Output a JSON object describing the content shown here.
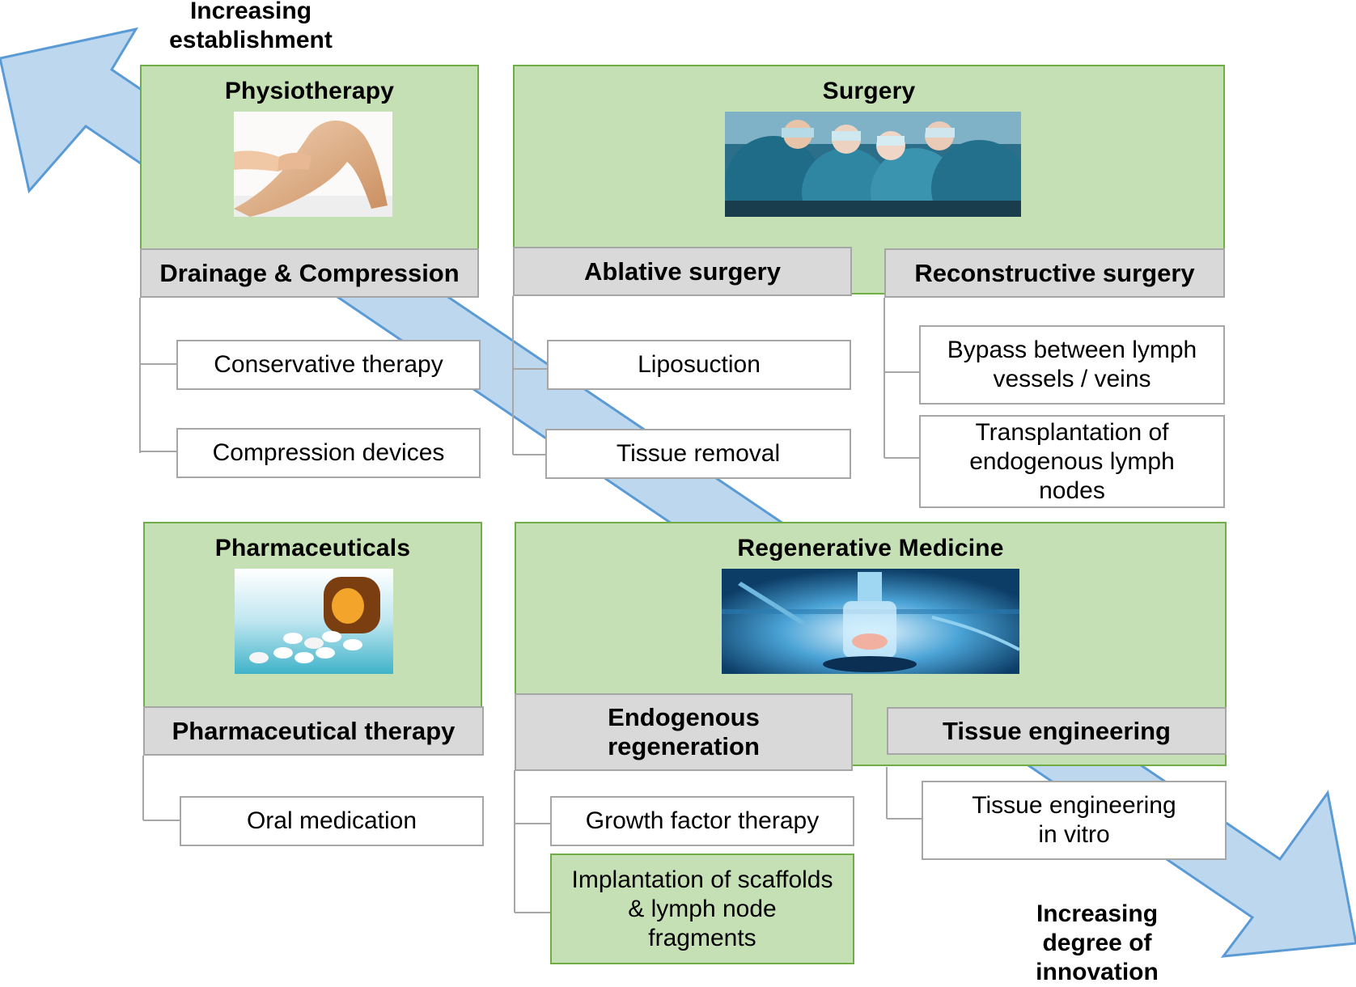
{
  "axis": {
    "top_label": "Increasing\nestablishment",
    "bottom_label": "Increasing\ndegree of\ninnovation"
  },
  "colors": {
    "category_fill": "#c5e0b4",
    "category_border": "#70ad47",
    "subcategory_fill": "#d9d9d9",
    "arrow_fill": "#bdd7ee",
    "arrow_stroke": "#5b9bd5"
  },
  "categories": {
    "physiotherapy": {
      "title": "Physiotherapy",
      "image": "leg-massage-photo",
      "subcategory": "Drainage & Compression",
      "items": [
        "Conservative therapy",
        "Compression devices"
      ]
    },
    "surgery": {
      "title": "Surgery",
      "image": "surgical-team-photo",
      "ablative": {
        "label": "Ablative surgery",
        "items": [
          "Liposuction",
          "Tissue removal"
        ]
      },
      "reconstructive": {
        "label": "Reconstructive surgery",
        "items": [
          "Bypass between lymph\nvessels / veins",
          "Transplantation of\nendogenous lymph\nnodes"
        ]
      }
    },
    "pharmaceuticals": {
      "title": "Pharmaceuticals",
      "image": "pills-photo",
      "subcategory": "Pharmaceutical therapy",
      "items": [
        "Oral medication"
      ]
    },
    "regenerative": {
      "title": "Regenerative Medicine",
      "image": "bioreactor-photo",
      "endogenous": {
        "label": "Endogenous\nregeneration",
        "items": [
          "Growth factor therapy",
          "Implantation of scaffolds\n& lymph node\nfragments"
        ]
      },
      "tissue_engineering": {
        "label": "Tissue engineering",
        "items": [
          "Tissue engineering\nin vitro"
        ]
      }
    }
  }
}
